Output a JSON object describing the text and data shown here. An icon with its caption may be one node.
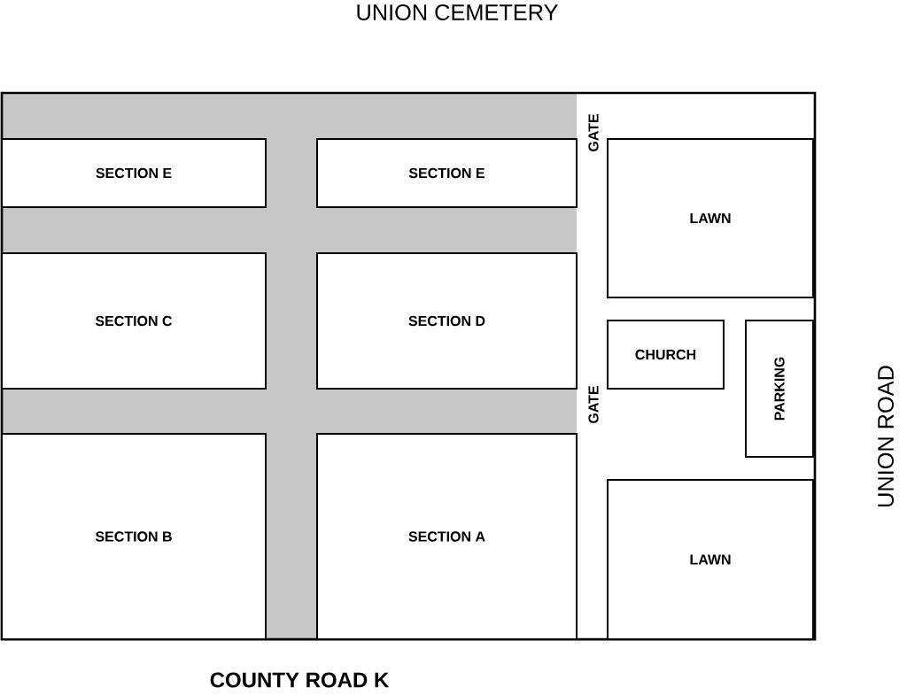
{
  "diagram": {
    "title": "UNION CEMETERY",
    "nodes": [
      {
        "text": [],
        "shape": "box"
      },
      {
        "text": [
          "SECTION E"
        ],
        "in": 0
      },
      {
        "text": [
          "SECTION E"
        ],
        "in": 0
      },
      {
        "text": [
          "LAWN"
        ],
        "in": 0
      },
      {
        "text": [
          "SECTION C"
        ],
        "in": 0
      },
      {
        "text": [
          "SECTION D"
        ],
        "in": 0
      },
      {
        "text": [
          "CHURCH"
        ],
        "in": 0
      },
      {
        "text": [
          "PARKING"
        ],
        "in": 0
      },
      {
        "text": [
          "SECTION B"
        ],
        "in": 0
      },
      {
        "text": [
          "SECTION A"
        ],
        "in": 0
      },
      {
        "text": [
          "LAWN"
        ],
        "in": 0
      }
    ],
    "edges": [],
    "labels": [
      "GATE",
      "GATE",
      "UNION ROAD",
      "COUNTY ROAD K"
    ]
  }
}
